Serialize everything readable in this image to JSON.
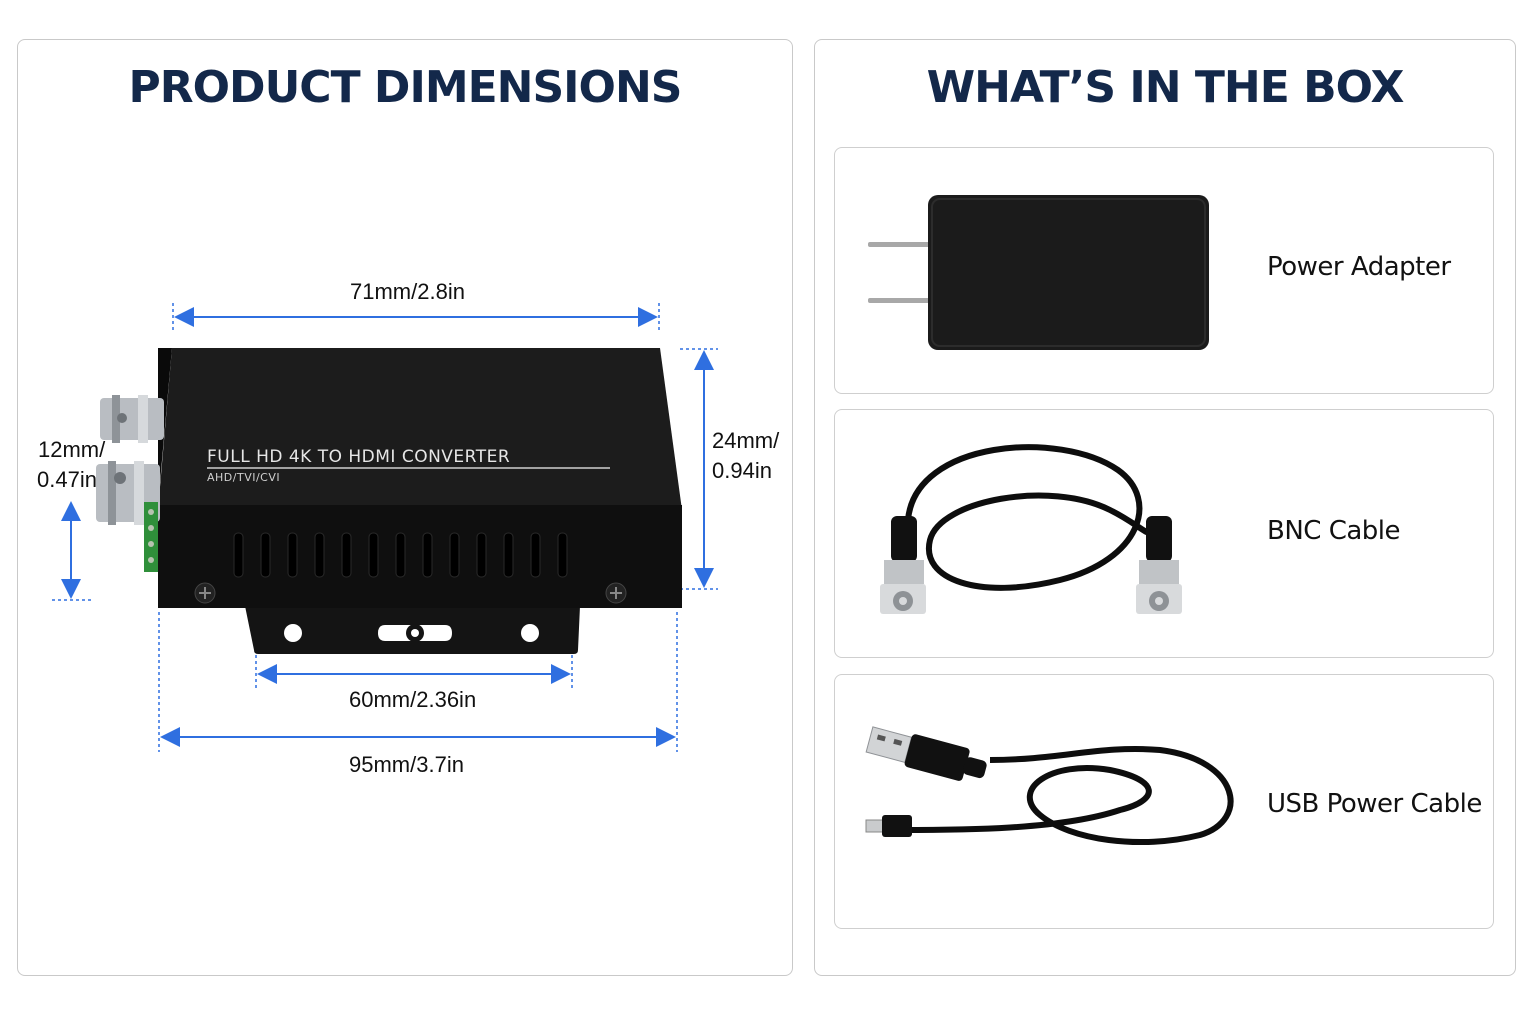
{
  "left_panel": {
    "title": "PRODUCT DIMENSIONS",
    "device": {
      "label_main": "FULL HD 4K TO HDMI CONVERTER",
      "label_sub": "AHD/TVI/CVI"
    },
    "dimensions": {
      "top_width": "71mm/2.8in",
      "height_line1": "24mm/",
      "height_line2": "0.94in",
      "connector_line1": "12mm/",
      "connector_line2": "0.47in",
      "bracket_width": "60mm/2.36in",
      "total_width": "95mm/3.7in"
    },
    "accent_color": "#2f6fe0"
  },
  "right_panel": {
    "title": "WHAT’S IN THE BOX",
    "items": [
      {
        "label": "Power Adapter",
        "icon": "power-adapter-icon"
      },
      {
        "label": "BNC Cable",
        "icon": "bnc-cable-icon"
      },
      {
        "label": "USB Power Cable",
        "icon": "usb-cable-icon"
      }
    ]
  },
  "colors": {
    "title": "#13284a",
    "border": "#c9c9c9"
  }
}
